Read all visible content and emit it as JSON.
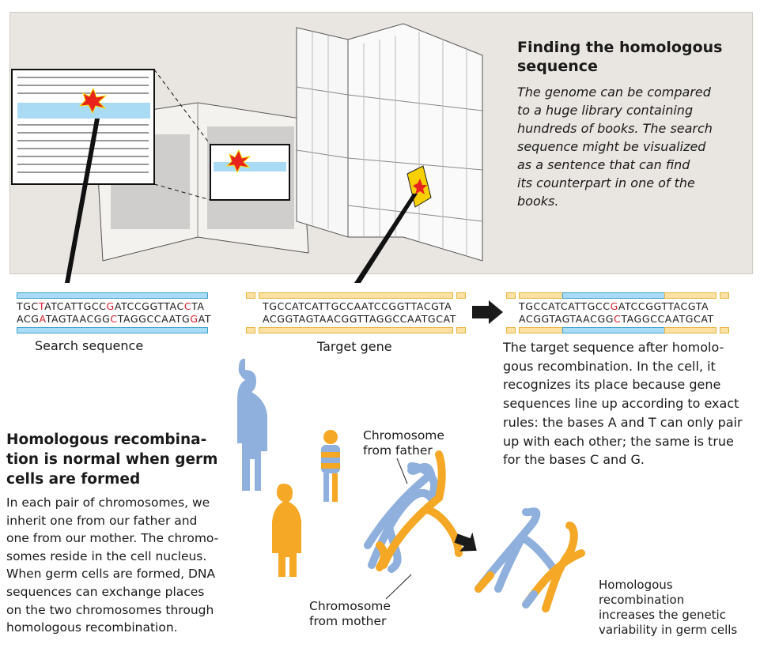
{
  "panel": {
    "title_lines": [
      "Finding the homologous",
      "sequence"
    ],
    "body_lines": [
      "The genome can be compared",
      "to a huge library containing",
      "hundreds of books. The search",
      "sequence might be visualized",
      "as a sentence that can find",
      "its counterpart in one of the",
      "books."
    ]
  },
  "search": {
    "top": [
      {
        "t": "TGC"
      },
      {
        "t": "T",
        "hl": true
      },
      {
        "t": "ATCATTGCC"
      },
      {
        "t": "G",
        "hl": true
      },
      {
        "t": "ATCCGGTTAC"
      },
      {
        "t": "C",
        "hl": true
      },
      {
        "t": "TA"
      }
    ],
    "bottom": [
      {
        "t": "ACG"
      },
      {
        "t": "A",
        "hl": true
      },
      {
        "t": "TAGTAACGG"
      },
      {
        "t": "C",
        "hl": true
      },
      {
        "t": "TAGGCCAATG"
      },
      {
        "t": "G",
        "hl": true
      },
      {
        "t": "AT"
      }
    ],
    "label": "Search sequence"
  },
  "target": {
    "top": [
      {
        "t": "TGCCATCATTGCCAATCCGGTTACGTA"
      }
    ],
    "bottom": [
      {
        "t": "ACGGTAGTAACGGTTAGGCCAATGCAT"
      }
    ],
    "label": "Target gene"
  },
  "result": {
    "top": [
      {
        "t": "TGCCATCATTGCC"
      },
      {
        "t": "G",
        "hl": true
      },
      {
        "t": "ATCCGGTTACGTA"
      }
    ],
    "bottom": [
      {
        "t": "ACGGTAGTAACGG"
      },
      {
        "t": "C",
        "hl": true
      },
      {
        "t": "TAGGCCAATGCAT"
      }
    ],
    "caption_lines": [
      "The target sequence after homolo-",
      "gous recombination. In the cell, it",
      "recognizes its place because gene",
      "sequences line up according to exact",
      "rules: the bases A and T can only pair",
      "up with each other; the same is true",
      "for the bases C and G."
    ]
  },
  "germ": {
    "title_lines": [
      "Homologous recombina-",
      "tion is normal when germ",
      "cells are formed"
    ],
    "body_lines": [
      "In each pair of chromosomes, we",
      "inherit one from our father and",
      "one from our mother. The chromo-",
      "somes reside in the cell nucleus.",
      "When germ cells are formed, DNA",
      "sequences can exchange places",
      "on the two chromosomes through",
      "homologous recombination."
    ]
  },
  "labels": {
    "father": [
      "Chromosome",
      "from father"
    ],
    "mother": [
      "Chromosome",
      "from mother"
    ],
    "outcome": [
      "Homologous",
      "recombination",
      "increases the genetic",
      "variability in germ cells"
    ]
  },
  "colors": {
    "blue": "#8fb0dc",
    "orange": "#f4a825",
    "red": "#d0202a",
    "panel": "#e9e5e1"
  }
}
